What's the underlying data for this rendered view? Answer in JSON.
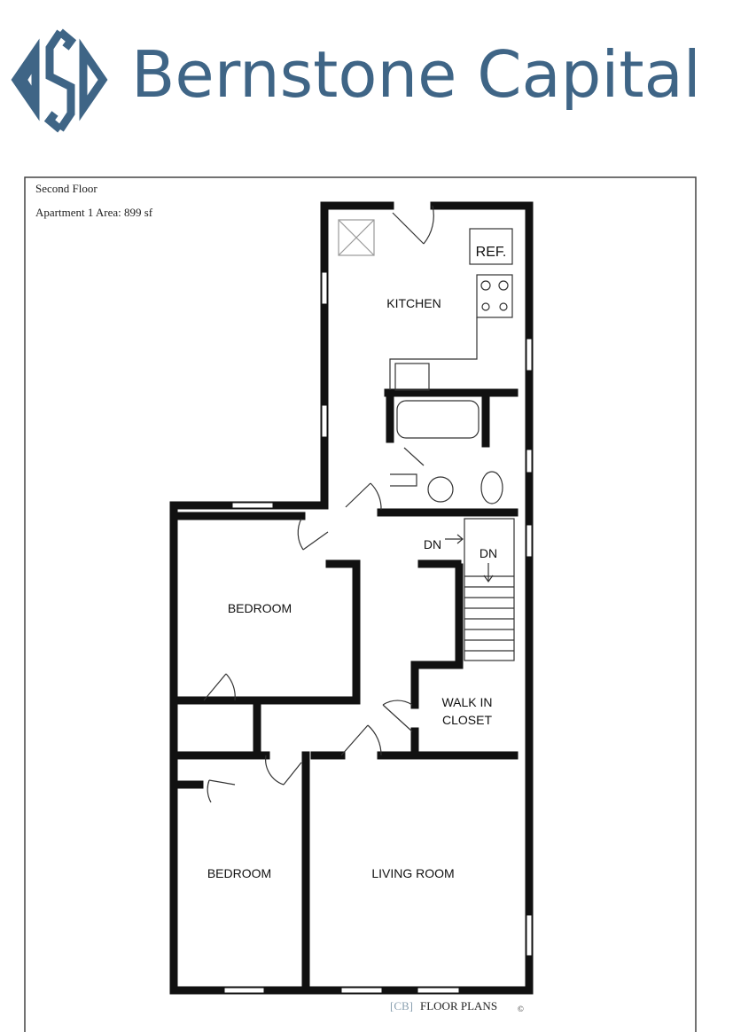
{
  "brand": {
    "name": "Bernstone Capital",
    "logo_letters": "BSC",
    "color": "#3f6586"
  },
  "plan": {
    "floor": "Second Floor",
    "area": "Apartment 1 Area: 899 sf",
    "rooms": {
      "kitchen": "KITCHEN",
      "ref": "REF.",
      "bedroom1": "BEDROOM",
      "bedroom2": "BEDROOM",
      "living": "LIVING ROOM",
      "closet_line1": "WALK IN",
      "closet_line2": "CLOSET",
      "dn1": "DN",
      "dn2": "DN"
    },
    "credit": {
      "prefix": "[CB]",
      "text": "FLOOR PLANS",
      "mark": "©"
    }
  }
}
